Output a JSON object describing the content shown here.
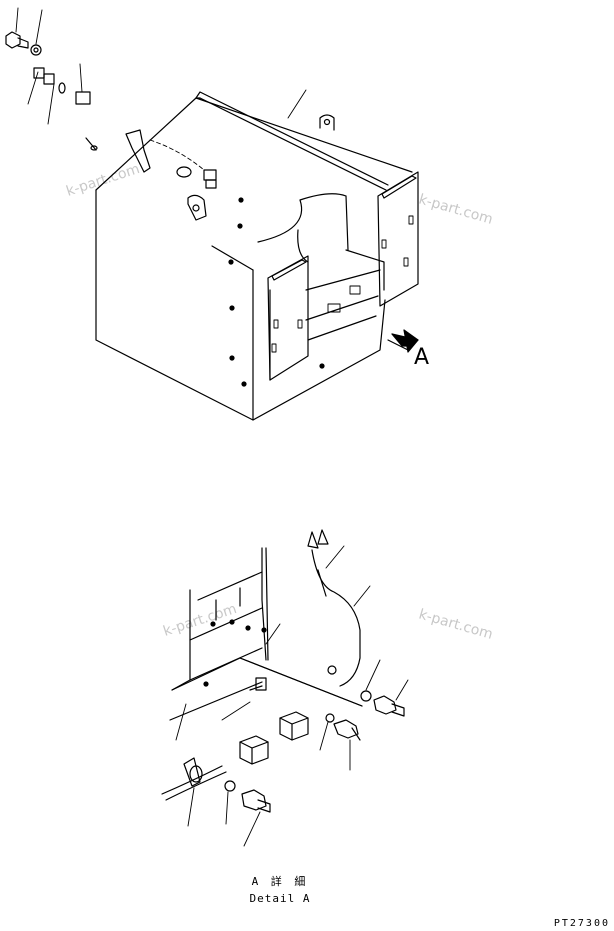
{
  "view_label": "A",
  "detail_caption_jp": "A 詳 細",
  "detail_caption_en": "Detail A",
  "part_code": "PT27300",
  "watermark": "k-part.com"
}
